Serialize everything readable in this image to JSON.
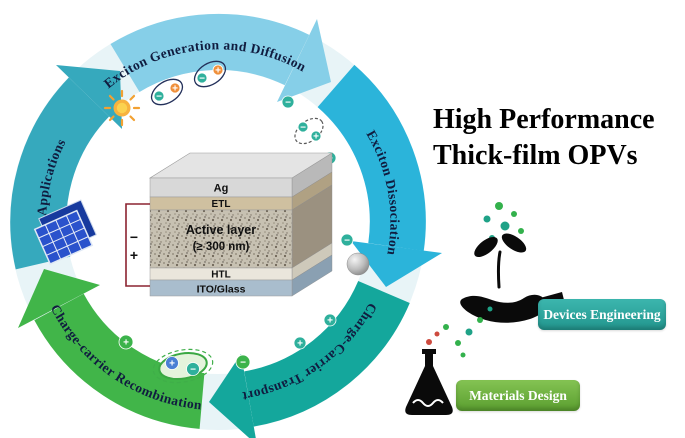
{
  "figure": {
    "title_line1": "High Performance",
    "title_line2": "Thick-film OPVs"
  },
  "cycle": {
    "steps": [
      {
        "label": "Exciton Generation and Diffusion",
        "color": "#86cfe8"
      },
      {
        "label": "Exciton Dissociation",
        "color": "#2bb4da"
      },
      {
        "label": "Charge-Carrier Transport",
        "color": "#14a79c"
      },
      {
        "label": "Charge-carrier Recombination",
        "color": "#41b549"
      },
      {
        "label": "Applications",
        "color": "#36a9bd"
      }
    ]
  },
  "device": {
    "layers": [
      {
        "label": "Ag"
      },
      {
        "label": "ETL"
      },
      {
        "label": "Active layer",
        "sublabel": "(≥ 300 nm)"
      },
      {
        "label": "HTL"
      },
      {
        "label": "ITO/Glass"
      }
    ],
    "electrode_negative": "−",
    "electrode_positive": "+"
  },
  "charges": {
    "plus": "+",
    "minus": "−"
  },
  "callouts": {
    "devices_engineering": "Devices Engineering",
    "materials_design": "Materials Design"
  },
  "icons": [
    {
      "name": "sun-icon"
    },
    {
      "name": "solar-panel-icon"
    },
    {
      "name": "plant-in-hand-icon"
    },
    {
      "name": "flask-icon"
    }
  ],
  "accent_colors": {
    "teal_badge": "#2ea79f",
    "green_badge": "#6db33f",
    "charge_teal": "#2fb09c",
    "charge_blue": "#4a7fd4",
    "charge_orange": "#ef8f3a",
    "electrode_wire": "#8c2330"
  }
}
